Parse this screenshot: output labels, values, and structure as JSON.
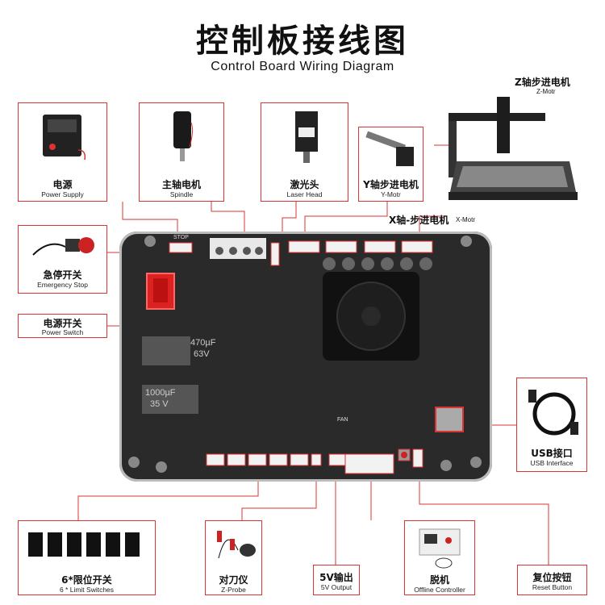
{
  "title": "控制板接线图",
  "subtitle": "Control Board Wiring Diagram",
  "components": {
    "power_supply": {
      "cn": "电源",
      "en": "Power Supply"
    },
    "spindle": {
      "cn": "主轴电机",
      "en": "Spindle"
    },
    "laser_head": {
      "cn": "激光头",
      "en": "Laser Head"
    },
    "y_motor": {
      "cn": "Y轴步进电机",
      "en": "Y-Motr"
    },
    "z_motor": {
      "cn": "Z轴步进电机",
      "en": "Z-Motr"
    },
    "x_motor": {
      "cn": "X轴-步进电机",
      "en": "X-Motr"
    },
    "emergency_stop": {
      "cn": "急停开关",
      "en": "Emergency Stop"
    },
    "power_switch": {
      "cn": "电源开关",
      "en": "Power Switch"
    },
    "usb": {
      "cn": "USB接口",
      "en": "USB Interface"
    },
    "limit_switches": {
      "cn": "6*限位开关",
      "en": "6 * Limit Switches"
    },
    "z_probe": {
      "cn": "对刀仪",
      "en": "Z-Probe"
    },
    "output_5v": {
      "cn": "5V输出",
      "en": "5V Output"
    },
    "offline": {
      "cn": "脱机",
      "en": "Offline Controller"
    },
    "reset": {
      "cn": "复位按钮",
      "en": "Reset Button"
    }
  },
  "board_labels": {
    "stop": "STOP",
    "cap1": "470µF",
    "cap2": "63V",
    "cap3": "1000µF",
    "cap4": "35 V",
    "fan": "FAN"
  },
  "colors": {
    "accent": "#d33333",
    "board": "#2a2a2a",
    "connector": "#e8e8e8"
  }
}
